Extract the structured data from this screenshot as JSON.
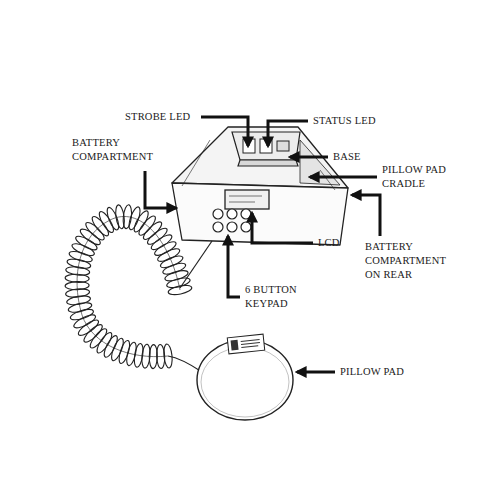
{
  "diagram": {
    "labels": [
      "STROBE LED",
      "STATUS LED",
      "BATTERY COMPARTMENT",
      "BASE",
      "PILLOW PAD CRADLE",
      "BATTERY COMPARTMENT ON REAR",
      "LCD",
      "6 BUTTON KEYPAD",
      "PILLOW PAD"
    ]
  }
}
